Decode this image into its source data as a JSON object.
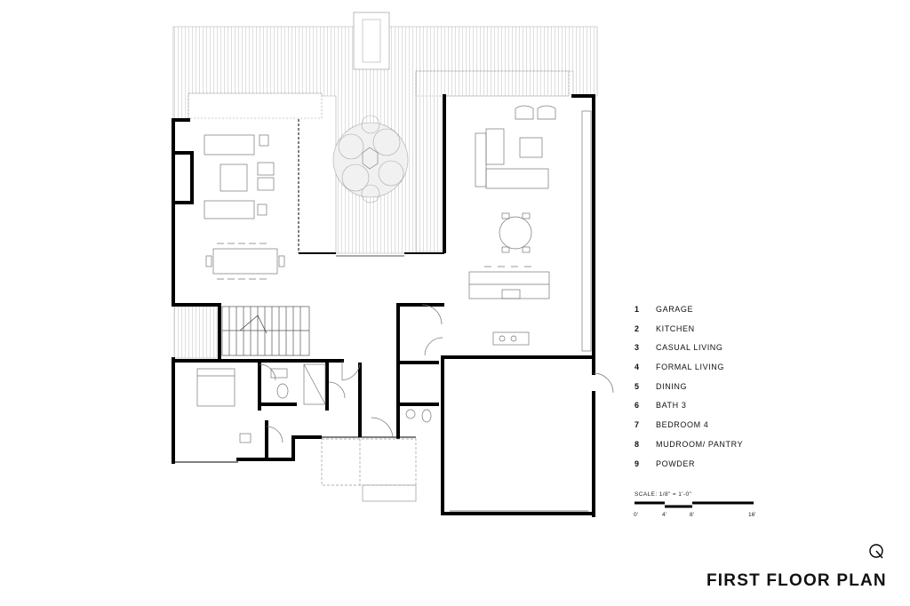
{
  "legend": [
    {
      "num": "1",
      "label": "GARAGE"
    },
    {
      "num": "2",
      "label": "KITCHEN"
    },
    {
      "num": "3",
      "label": "CASUAL LIVING"
    },
    {
      "num": "4",
      "label": "FORMAL LIVING"
    },
    {
      "num": "5",
      "label": "DINING"
    },
    {
      "num": "6",
      "label": "BATH 3"
    },
    {
      "num": "7",
      "label": "BEDROOM 4"
    },
    {
      "num": "8",
      "label": "MUDROOM/ PANTRY"
    },
    {
      "num": "9",
      "label": "POWDER"
    }
  ],
  "scale": {
    "title": "SCALE: 1/8\" = 1'-0\"",
    "ticks": [
      "0'",
      "4'",
      "8'",
      "16'"
    ]
  },
  "title": "FIRST FLOOR PLAN",
  "colors": {
    "wall": "#000000",
    "line": "#555555",
    "light": "#999999"
  }
}
